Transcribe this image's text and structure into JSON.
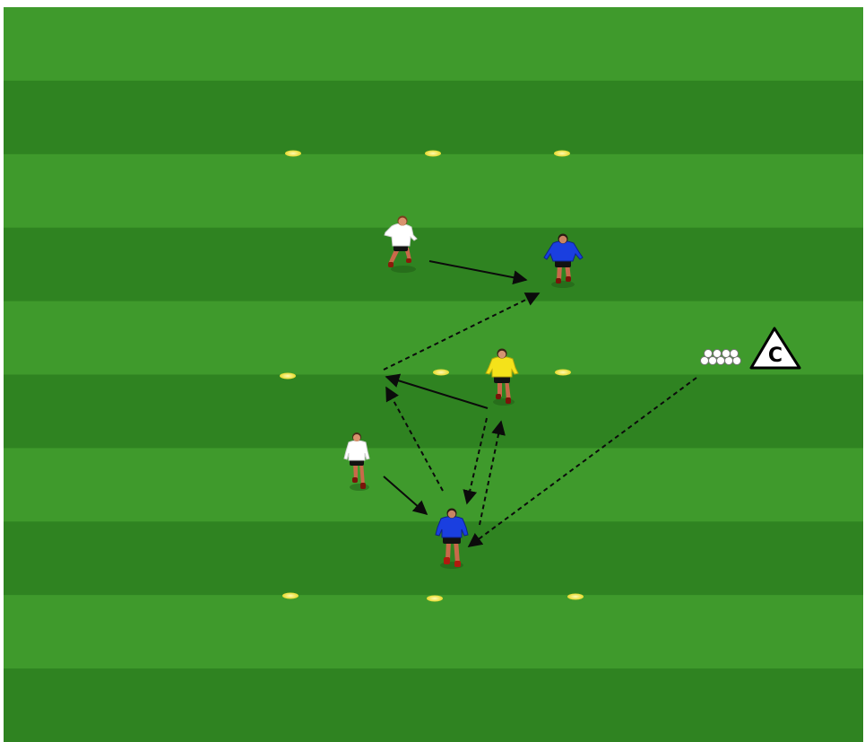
{
  "pitch": {
    "stripe_light": "#3f9a2c",
    "stripe_dark": "#2f8321",
    "stripe_count": 10,
    "border_color": "#ffffff"
  },
  "coach": {
    "label": "C",
    "icon": "coach-triangle-icon",
    "equipment_icon": "spare-balls-icon"
  },
  "cones": {
    "color": "#f2ea50",
    "rows": 3,
    "per_row": 3
  },
  "players": [
    {
      "id": "white-top",
      "team": "white",
      "kit": "#ffffff",
      "shorts": "#111111"
    },
    {
      "id": "blue-top",
      "team": "blue",
      "kit": "#1a3fe0",
      "shorts": "#111111"
    },
    {
      "id": "yellow-middle",
      "team": "yellow",
      "kit": "#f4e21a",
      "shorts": "#111111"
    },
    {
      "id": "white-bottom",
      "team": "white",
      "kit": "#ffffff",
      "shorts": "#111111"
    },
    {
      "id": "blue-bottom",
      "team": "blue",
      "kit": "#1a3fe0",
      "shorts": "#111111"
    }
  ],
  "arrow_types": {
    "solid": "player-run",
    "dashed": "ball-pass"
  }
}
